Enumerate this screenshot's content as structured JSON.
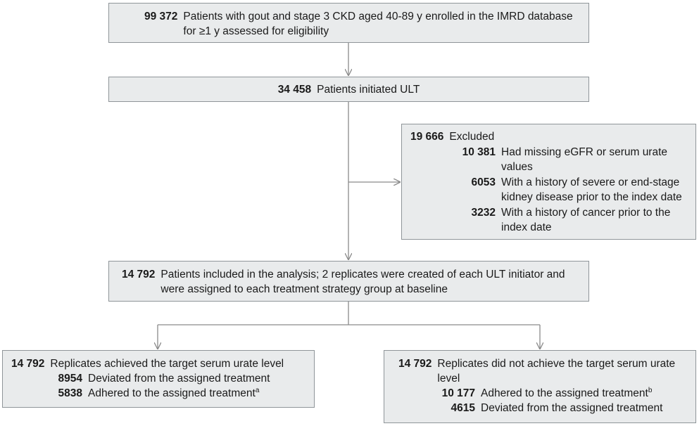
{
  "boxes": {
    "eligibility": {
      "count": "99 372",
      "text": "Patients with gout and stage 3 CKD aged 40-89 y enrolled in the IMRD database for ≥1 y assessed for eligibility"
    },
    "initiated": {
      "count": "34 458",
      "text": "Patients initiated ULT"
    },
    "excluded": {
      "count": "19 666",
      "text": "Excluded",
      "items": [
        {
          "count": "10 381",
          "text": "Had missing eGFR or serum urate values"
        },
        {
          "count": "6053",
          "text": "With a history of severe or end-stage kidney disease prior to the index date"
        },
        {
          "count": "3232",
          "text": "With a history of cancer prior to the index date"
        }
      ]
    },
    "included": {
      "count": "14 792",
      "text": "Patients included in the analysis; 2 replicates were created of each ULT initiator and were assigned to each treatment strategy group at baseline"
    },
    "achieved": {
      "count": "14 792",
      "text": "Replicates achieved the target serum urate level",
      "items": [
        {
          "count": "8954",
          "text": "Deviated from the assigned treatment",
          "sup": ""
        },
        {
          "count": "5838",
          "text": "Adhered to the assigned treatment",
          "sup": "a"
        }
      ]
    },
    "not_achieved": {
      "count": "14 792",
      "text": "Replicates did not achieve the target serum urate level",
      "items": [
        {
          "count": "10 177",
          "text": "Adhered to the assigned treatment",
          "sup": "b"
        },
        {
          "count": "4615",
          "text": "Deviated from the assigned treatment",
          "sup": ""
        }
      ]
    }
  },
  "colors": {
    "box_fill": "#e9ebec",
    "box_border": "#8f9599",
    "connector": "#8a8a8a"
  }
}
